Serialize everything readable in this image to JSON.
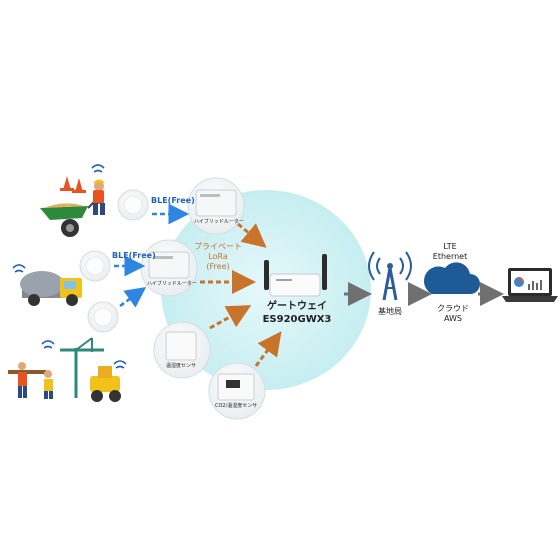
{
  "ble_top": "BLE(Free)",
  "ble_mid": "BLE(Free)",
  "router_top_label": "ハイブリッドルーター",
  "router_mid_label": "ハイブリッドルーター",
  "lora_line1": "プライベート",
  "lora_line2": "LoRa",
  "lora_line3": "(Free)",
  "gateway_line1": "ゲートウェイ",
  "gateway_line2": "ES920GWX3",
  "temp_sensor_label": "温湿度センサ",
  "co2_sensor_label": "CO2/温湿度センサ",
  "base_station_label": "基地局",
  "lte_label": "LTE",
  "ethernet_label": "Ethernet",
  "cloud_line1": "クラウド",
  "cloud_line2": "AWS",
  "colors": {
    "bubble": "#d8f4f6",
    "ble_arrow": "#2f86e0",
    "lora_arrow": "#c8742a",
    "gray_arrow": "#707070",
    "tower": "#2a5c9c",
    "cloud": "#1e5a96"
  }
}
